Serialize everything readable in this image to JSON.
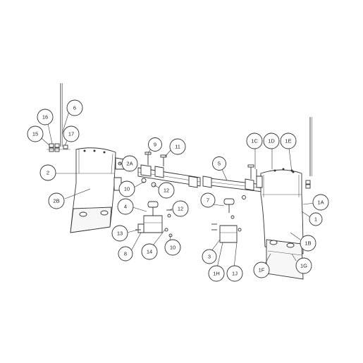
{
  "colors": {
    "highlight": "#FFEE00",
    "stroke": "#333333",
    "background": "#ffffff"
  },
  "highlighted_callout": "2",
  "callouts": [
    {
      "id": "6",
      "label": "6"
    },
    {
      "id": "16",
      "label": "16"
    },
    {
      "id": "15",
      "label": "15"
    },
    {
      "id": "17",
      "label": "17"
    },
    {
      "id": "2",
      "label": "2"
    },
    {
      "id": "2A",
      "label": "2A"
    },
    {
      "id": "2B",
      "label": "2B"
    },
    {
      "id": "9",
      "label": "9"
    },
    {
      "id": "11",
      "label": "11"
    },
    {
      "id": "10a",
      "label": "10"
    },
    {
      "id": "12a",
      "label": "12"
    },
    {
      "id": "4",
      "label": "4"
    },
    {
      "id": "12b",
      "label": "12"
    },
    {
      "id": "13",
      "label": "13"
    },
    {
      "id": "8",
      "label": "8"
    },
    {
      "id": "14",
      "label": "14"
    },
    {
      "id": "10b",
      "label": "10"
    },
    {
      "id": "5",
      "label": "5"
    },
    {
      "id": "1C",
      "label": "1C"
    },
    {
      "id": "1D",
      "label": "1D"
    },
    {
      "id": "1E",
      "label": "1E"
    },
    {
      "id": "7",
      "label": "7"
    },
    {
      "id": "1A",
      "label": "1A"
    },
    {
      "id": "1",
      "label": "1"
    },
    {
      "id": "1B",
      "label": "1B"
    },
    {
      "id": "3",
      "label": "3"
    },
    {
      "id": "1H",
      "label": "1H"
    },
    {
      "id": "1J",
      "label": "1J"
    },
    {
      "id": "1F",
      "label": "1F"
    },
    {
      "id": "1G",
      "label": "1G"
    }
  ]
}
